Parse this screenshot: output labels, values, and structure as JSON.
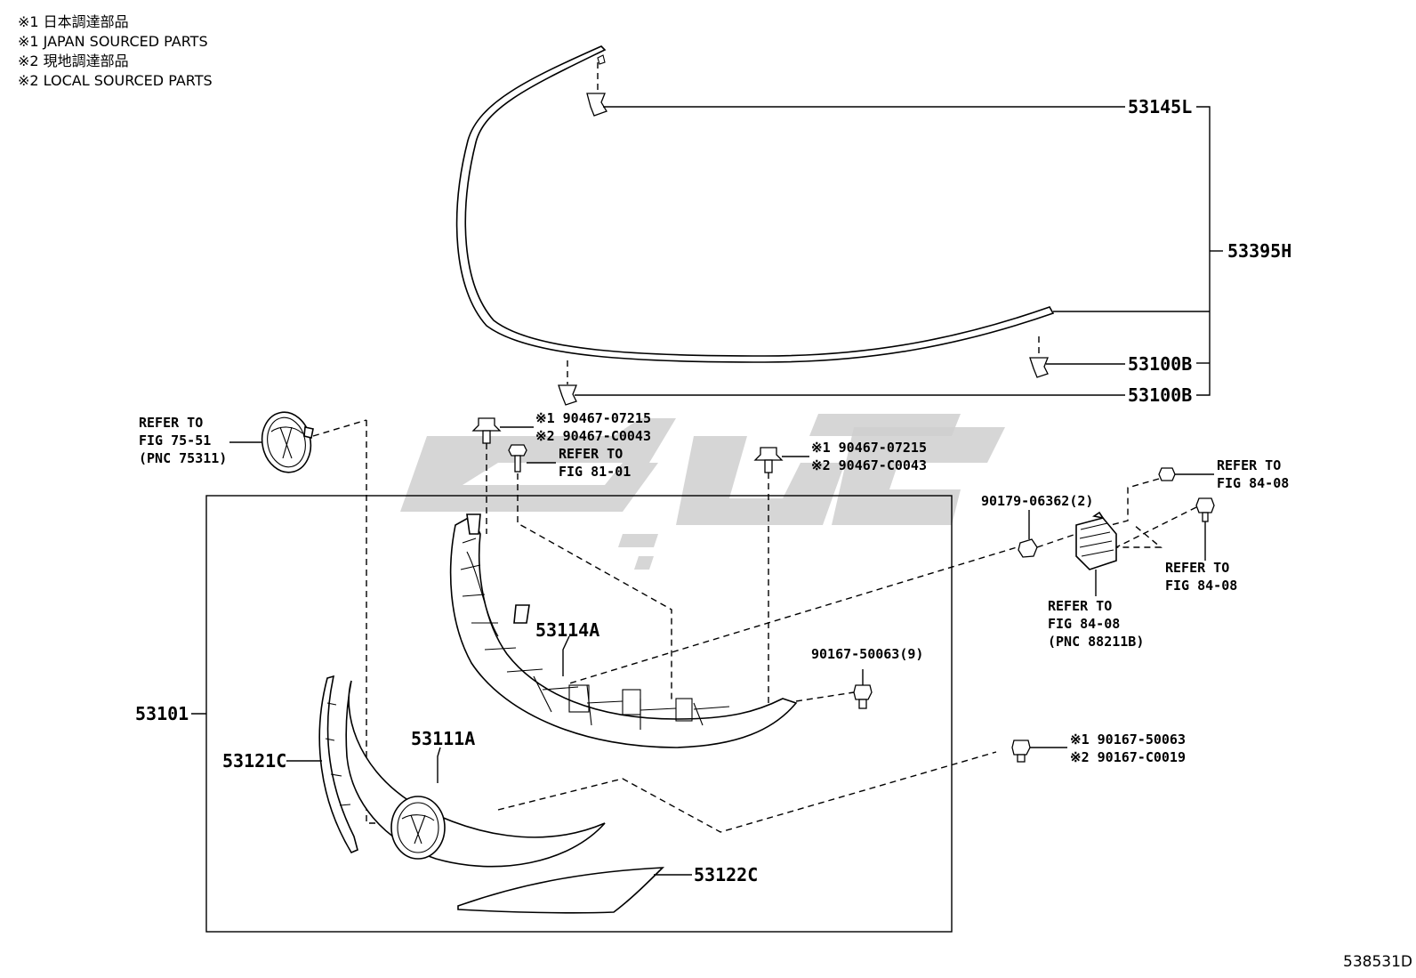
{
  "notes": [
    "※1 日本調達部品",
    "※1 JAPAN SOURCED PARTS",
    "※2 現地調達部品",
    "※2 LOCAL SOURCED PARTS"
  ],
  "labels": {
    "p53145L": "53145L",
    "p53395H": "53395H",
    "p53100B_a": "53100B",
    "p53100B_b": "53100B",
    "ref_emblem_1": "REFER TO",
    "ref_emblem_2": "FIG 75-51",
    "ref_emblem_3": "(PNC 75311)",
    "clip_left_1": "※1 90467-07215",
    "clip_left_2": "※2 90467-C0043",
    "ref_fig81_1": "REFER TO",
    "ref_fig81_2": "FIG 81-01",
    "clip_right_1": "※1 90467-07215",
    "clip_right_2": "※2 90467-C0043",
    "ref_fig84_top_1": "REFER TO",
    "ref_fig84_top_2": "FIG 84-08",
    "p90179": "90179-06362(2)",
    "ref_fig84_right_1": "REFER TO",
    "ref_fig84_right_2": "FIG 84-08",
    "ref_sensor_1": "REFER TO",
    "ref_sensor_2": "FIG 84-08",
    "ref_sensor_3": "(PNC 88211B)",
    "p53114A": "53114A",
    "p90167_9": "90167-50063(9)",
    "p53101": "53101",
    "p53111A": "53111A",
    "p53121C": "53121C",
    "screw_1": "※1 90167-50063",
    "screw_2": "※2 90167-C0019",
    "p53122C": "53122C"
  },
  "figure_id": "538531D",
  "colors": {
    "line": "#000000",
    "watermark": "#cfcfcf",
    "background": "#ffffff"
  }
}
